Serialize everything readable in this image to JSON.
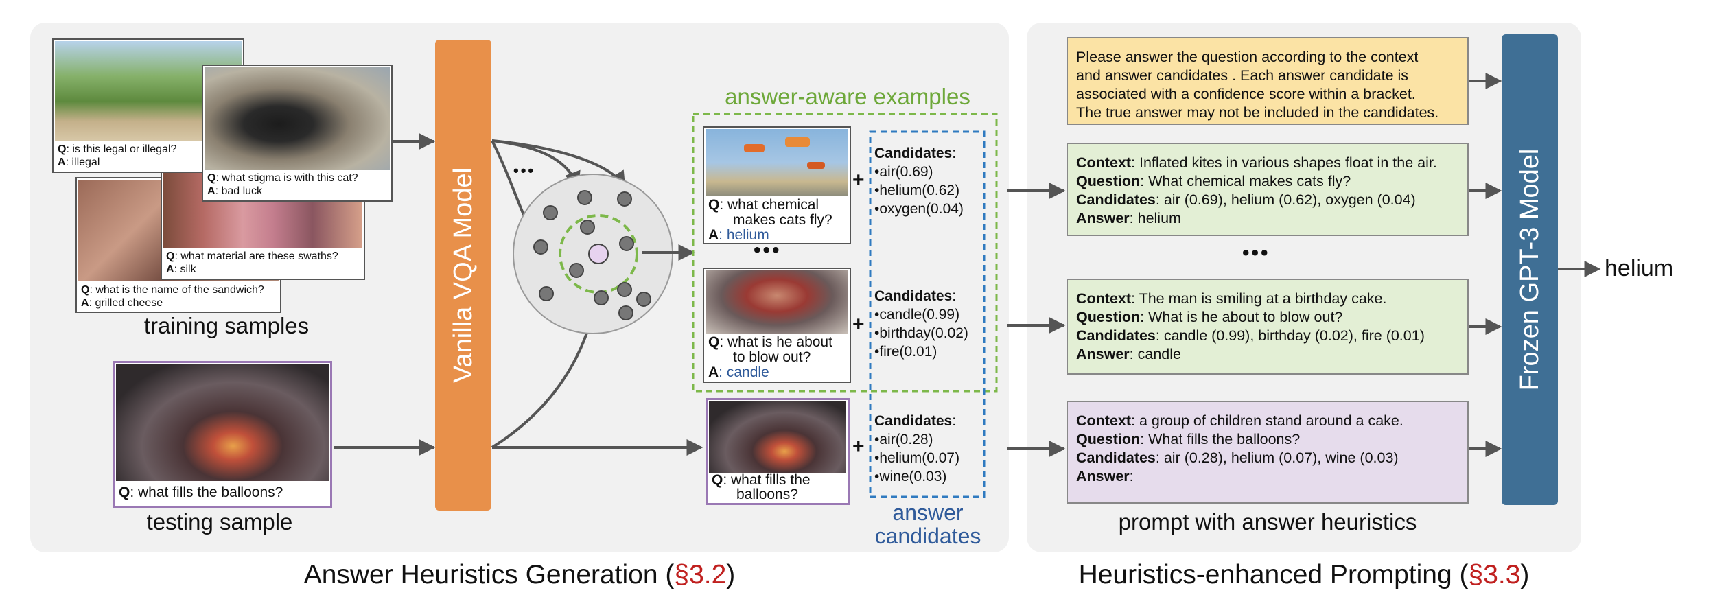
{
  "training": {
    "samples": [
      {
        "q_prefix": "Q",
        "q": ": is this legal or illegal?",
        "a_prefix": "A",
        "a": ": illegal"
      },
      {
        "q_prefix": "Q",
        "q": ": what stigma is with this cat?",
        "a_prefix": "A",
        "a": ": bad luck"
      },
      {
        "q_prefix": "Q",
        "q": ": what material are these swaths?",
        "a_prefix": "A",
        "a": ": silk"
      },
      {
        "q_prefix": "Q",
        "q": ": what is the name of the sandwich?",
        "a_prefix": "A",
        "a": ": grilled cheese"
      }
    ],
    "label": "training samples"
  },
  "testing": {
    "q_prefix": "Q",
    "q": ": what fills the balloons?",
    "label": "testing sample"
  },
  "vqa_model": "Vanilla VQA Model",
  "ellipsis": "•••",
  "answer_aware_title": "answer-aware examples",
  "examples": [
    {
      "q_prefix": "Q",
      "q_line1": ": what chemical",
      "q_line2": "makes cats fly?",
      "a_prefix": "A",
      "a": ": helium",
      "cand_title": "Candidates",
      "cand_colon": ":",
      "cands": [
        "•air(0.69)",
        "•helium(0.62)",
        "•oxygen(0.04)"
      ]
    },
    {
      "q_prefix": "Q",
      "q_line1": ": what is he about",
      "q_line2": "to blow out?",
      "a_prefix": "A",
      "a": ": candle",
      "cand_title": "Candidates",
      "cand_colon": ":",
      "cands": [
        "•candle(0.99)",
        "•birthday(0.02)",
        "•fire(0.01)"
      ]
    }
  ],
  "test_example": {
    "q_prefix": "Q",
    "q_line1": ": what fills the",
    "q_line2": "balloons?",
    "cand_title": "Candidates",
    "cand_colon": ":",
    "cands": [
      "•air(0.28)",
      "•helium(0.07)",
      "•wine(0.03)"
    ]
  },
  "plus": "+",
  "answer_candidates_label": [
    "answer",
    "candidates"
  ],
  "prompt": {
    "instruction": [
      "Please answer the question according to the context",
      "and answer candidates . Each answer candidate is",
      "associated with a confidence score within a bracket.",
      "The true answer may not be included in the candidates."
    ],
    "blocks": [
      {
        "context_k": "Context",
        "context": ": Inflated kites in various shapes float in the air.",
        "question_k": "Question",
        "question": ": What chemical makes cats fly?",
        "cand_k": "Candidates",
        "cand": ": air (0.69), helium (0.62), oxygen (0.04)",
        "answer_k": "Answer",
        "answer": ": helium"
      },
      {
        "context_k": "Context",
        "context": ": The man is smiling at a birthday cake.",
        "question_k": "Question",
        "question": ": What is he about to blow out?",
        "cand_k": "Candidates",
        "cand": ": candle (0.99), birthday (0.02), fire (0.01)",
        "answer_k": "Answer",
        "answer": ": candle"
      },
      {
        "context_k": "Context",
        "context": ": a group of children stand around a cake.",
        "question_k": "Question",
        "question": ": What fills the balloons?",
        "cand_k": "Candidates",
        "cand": ": air (0.28), helium (0.07), wine (0.03)",
        "answer_k": "Answer",
        "answer": ":"
      }
    ],
    "label": "prompt with answer heuristics"
  },
  "gpt3": "Frozen GPT-3 Model",
  "output": "helium",
  "captions": {
    "left_main": "Answer Heuristics Generation (",
    "left_ref": "§3.2",
    "left_close": ")",
    "right_main": "Heuristics-enhanced Prompting (",
    "right_ref": "§3.3",
    "right_close": ")"
  },
  "colors": {
    "vqa_orange": "#e8904a",
    "gpt_blue": "#3f6f95",
    "green_dashed": "#7db84a",
    "blue_dashed": "#2f7ac0",
    "instruction_fill": "#fbe3a5",
    "example_fill": "#e3efd5",
    "test_fill": "#e6dcec",
    "ref_red": "#c0201f"
  }
}
